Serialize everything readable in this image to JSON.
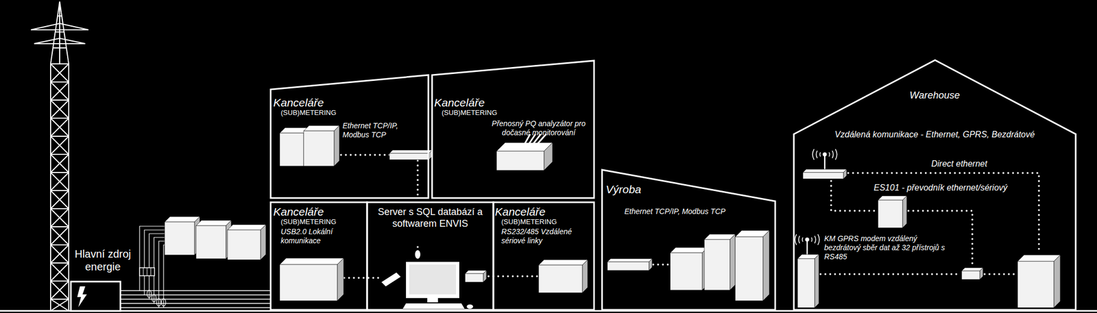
{
  "diagram": {
    "nodes": [
      {
        "text": [
          "Kanceláře",
          "(SUB)METERING",
          "Ethernet TCP/IP, Modbus TCP"
        ]
      },
      {
        "text": [
          "Kanceláře",
          "(SUB)METERING",
          "Přenosný PQ analyzátor pro dočasné monitorování"
        ]
      },
      {
        "text": [
          "Kanceláře",
          "(SUB)METERING",
          "USB2.0 Lokální komunikace"
        ]
      },
      {
        "text": [
          "Server s SQL databází a softwarem ENVIS"
        ]
      },
      {
        "text": [
          "Kanceláře",
          "(SUB)METERING",
          "RS232/485 Vzdálené sériové linky"
        ]
      },
      {
        "text": [
          "Výroba",
          "Ethernet TCP/IP, Modbus TCP"
        ]
      },
      {
        "text": [
          "Warehouse",
          "Vzdálená komunikace - Ethernet, GPRS, Bezdrátové"
        ]
      }
    ],
    "edges": [
      {
        "from": 0,
        "to": 3,
        "arrow": "none"
      },
      {
        "from": 2,
        "to": 3,
        "arrow": "none"
      },
      {
        "from": 4,
        "to": 3,
        "arrow": "none"
      }
    ],
    "labels": [
      "Hlavní zdroj energie",
      "Direct ethernet",
      "ES101 - převodník ethernet/sériový",
      "KM GPRS modem vzdálený bezdrátový sběr dat až 32 přístrojů s RS485"
    ]
  }
}
